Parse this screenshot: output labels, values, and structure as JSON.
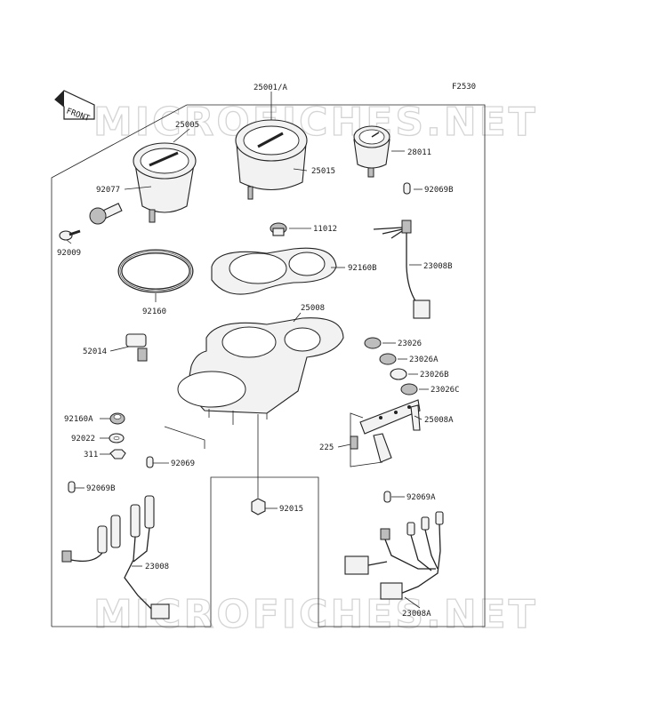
{
  "diagram": {
    "code": "F2530",
    "watermark": "MICROFICHES.NET",
    "front_badge": "FRONT",
    "labels": {
      "p25001A": "25001/A",
      "p25005": "25005",
      "p25015": "25015",
      "p28011": "28011",
      "p92077": "92077",
      "p92069B_top": "92069B",
      "p11012": "11012",
      "p92009": "92009",
      "p23008B": "23008B",
      "p92160B": "92160B",
      "p92160": "92160",
      "p25008": "25008",
      "p52014": "52014",
      "p23026": "23026",
      "p23026A": "23026A",
      "p23026B": "23026B",
      "p23026C": "23026C",
      "p92160A": "92160A",
      "p25008A": "25008A",
      "p92022": "92022",
      "p225": "225",
      "p311": "311",
      "p92069": "92069",
      "p92069B_bot": "92069B",
      "p92015": "92015",
      "p92069A": "92069A",
      "p23008": "23008",
      "p23008A": "23008A"
    }
  }
}
